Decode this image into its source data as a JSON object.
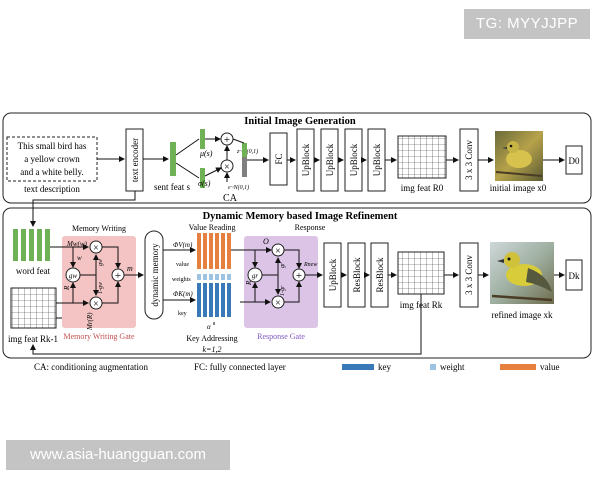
{
  "watermark_top": "TG: MYYJJPP",
  "watermark_bottom": "www.asia-huangguan.com",
  "stage1": {
    "title": "Initial Image Generation",
    "text_box_lines": [
      "This small bird has",
      "a yellow crown",
      "and a white belly."
    ],
    "text_desc_label": "text description",
    "text_encoder": "text encoder",
    "sent_feat": "sent feat s",
    "mu": "μ(s)",
    "sigma": "σ(s)",
    "eps": "ε~N(0,1)",
    "z": "z~N(0,1)",
    "plus": "+",
    "times": "×",
    "ca": "CA",
    "fc": "FC",
    "upblocks": [
      "UpBlock",
      "UpBlock",
      "UpBlock",
      "UpBlock"
    ],
    "img_feat": "img feat R0",
    "conv": "3 x 3 Conv",
    "initial_image": "initial image x0",
    "d": "D0"
  },
  "stage2": {
    "title": "Dynamic Memory based Image Refinement",
    "word_feat": "word feat",
    "img_feat_prev": "img feat Rk-1",
    "memory_writing": "Memory Writing",
    "mw": "Mw(w)",
    "mr": "Mr(R)",
    "g": "gw",
    "one_minus_g": "1-gw",
    "r_label": "R",
    "w_label": "w",
    "m_label": "m",
    "gate_w": "Memory Writing Gate",
    "dynamic_memory": "dynamic memory",
    "value_reading": "Value Reading",
    "phi_v": "ΦV(m)",
    "phi_k": "ΦK(m)",
    "value": "value",
    "weights": "weights",
    "key": "key",
    "alpha": "α",
    "key_addressing": "Key Addressing",
    "k": "k=1,2",
    "response": "Response",
    "o_label": "O",
    "r2_label": "R",
    "gr": "gr",
    "one_minus_gr": "1-gr",
    "r_new": "Rnew",
    "gate_r": "Response Gate",
    "blocks": [
      "UpBlock",
      "ResBlock",
      "ResBlock"
    ],
    "img_feat_k": "img feat Rk",
    "conv": "3 x 3 Conv",
    "refined_image": "refined image xk",
    "d": "Dk"
  },
  "legend": {
    "ca": "CA: conditioning augmentation",
    "fc": "FC: fully connected layer",
    "key": "key",
    "weight": "weight",
    "value": "value",
    "key_color": "#3a79b8",
    "weight_color": "#9cc3e2",
    "value_color": "#e7803f"
  },
  "colors": {
    "green": "#6fb255",
    "gray_block": "#7f7f7f",
    "pink": "#f4c4c4",
    "purple": "#dcc4e6",
    "orange": "#e7803f",
    "blue": "#3a79b8",
    "light_blue": "#9cc3e2"
  }
}
